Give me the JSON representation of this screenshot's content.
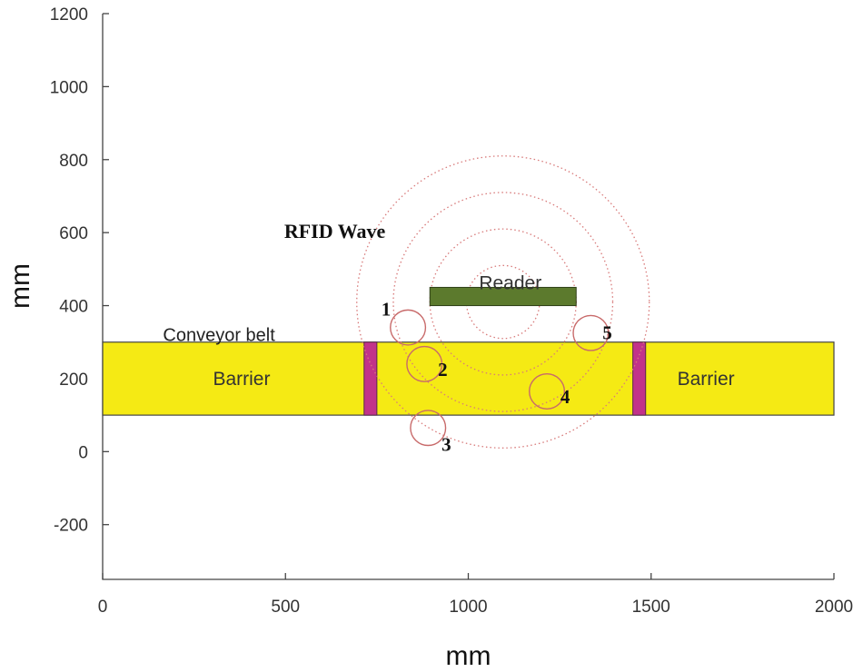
{
  "chart_data": {
    "type": "diagram",
    "xlabel": "mm",
    "ylabel": "mm",
    "xlim": [
      0,
      2000
    ],
    "ylim": [
      -350,
      1200
    ],
    "x_ticks": [
      0,
      500,
      1000,
      1500,
      2000
    ],
    "y_ticks": [
      -200,
      0,
      200,
      400,
      600,
      800,
      1000,
      1200
    ],
    "conveyor": {
      "label": "Conveyor belt",
      "x": [
        0,
        2000
      ],
      "y": [
        100,
        300
      ],
      "color": "#f5ea14"
    },
    "barriers": [
      {
        "label": "Barrier",
        "x": [
          715,
          750
        ],
        "y": [
          100,
          300
        ],
        "color": "#c2338a",
        "text_x": 380,
        "text_y": 200
      },
      {
        "label": "Barrier",
        "x": [
          1450,
          1485
        ],
        "y": [
          100,
          300
        ],
        "color": "#c2338a",
        "text_x": 1650,
        "text_y": 200
      }
    ],
    "reader": {
      "label": "Reader",
      "x": [
        895,
        1295
      ],
      "y": [
        400,
        450
      ],
      "color": "#5c7a2d"
    },
    "wave": {
      "label": "RFID Wave",
      "center": [
        1095,
        410
      ],
      "radii": [
        100,
        200,
        300,
        400
      ],
      "color": "#d87a7a"
    },
    "tags": [
      {
        "label": "1",
        "x": 835,
        "y": 340,
        "r": 48
      },
      {
        "label": "2",
        "x": 880,
        "y": 240,
        "r": 48
      },
      {
        "label": "3",
        "x": 890,
        "y": 65,
        "r": 48
      },
      {
        "label": "4",
        "x": 1215,
        "y": 165,
        "r": 48
      },
      {
        "label": "5",
        "x": 1335,
        "y": 325,
        "r": 48
      }
    ],
    "tag_color": "#c86a6a"
  }
}
